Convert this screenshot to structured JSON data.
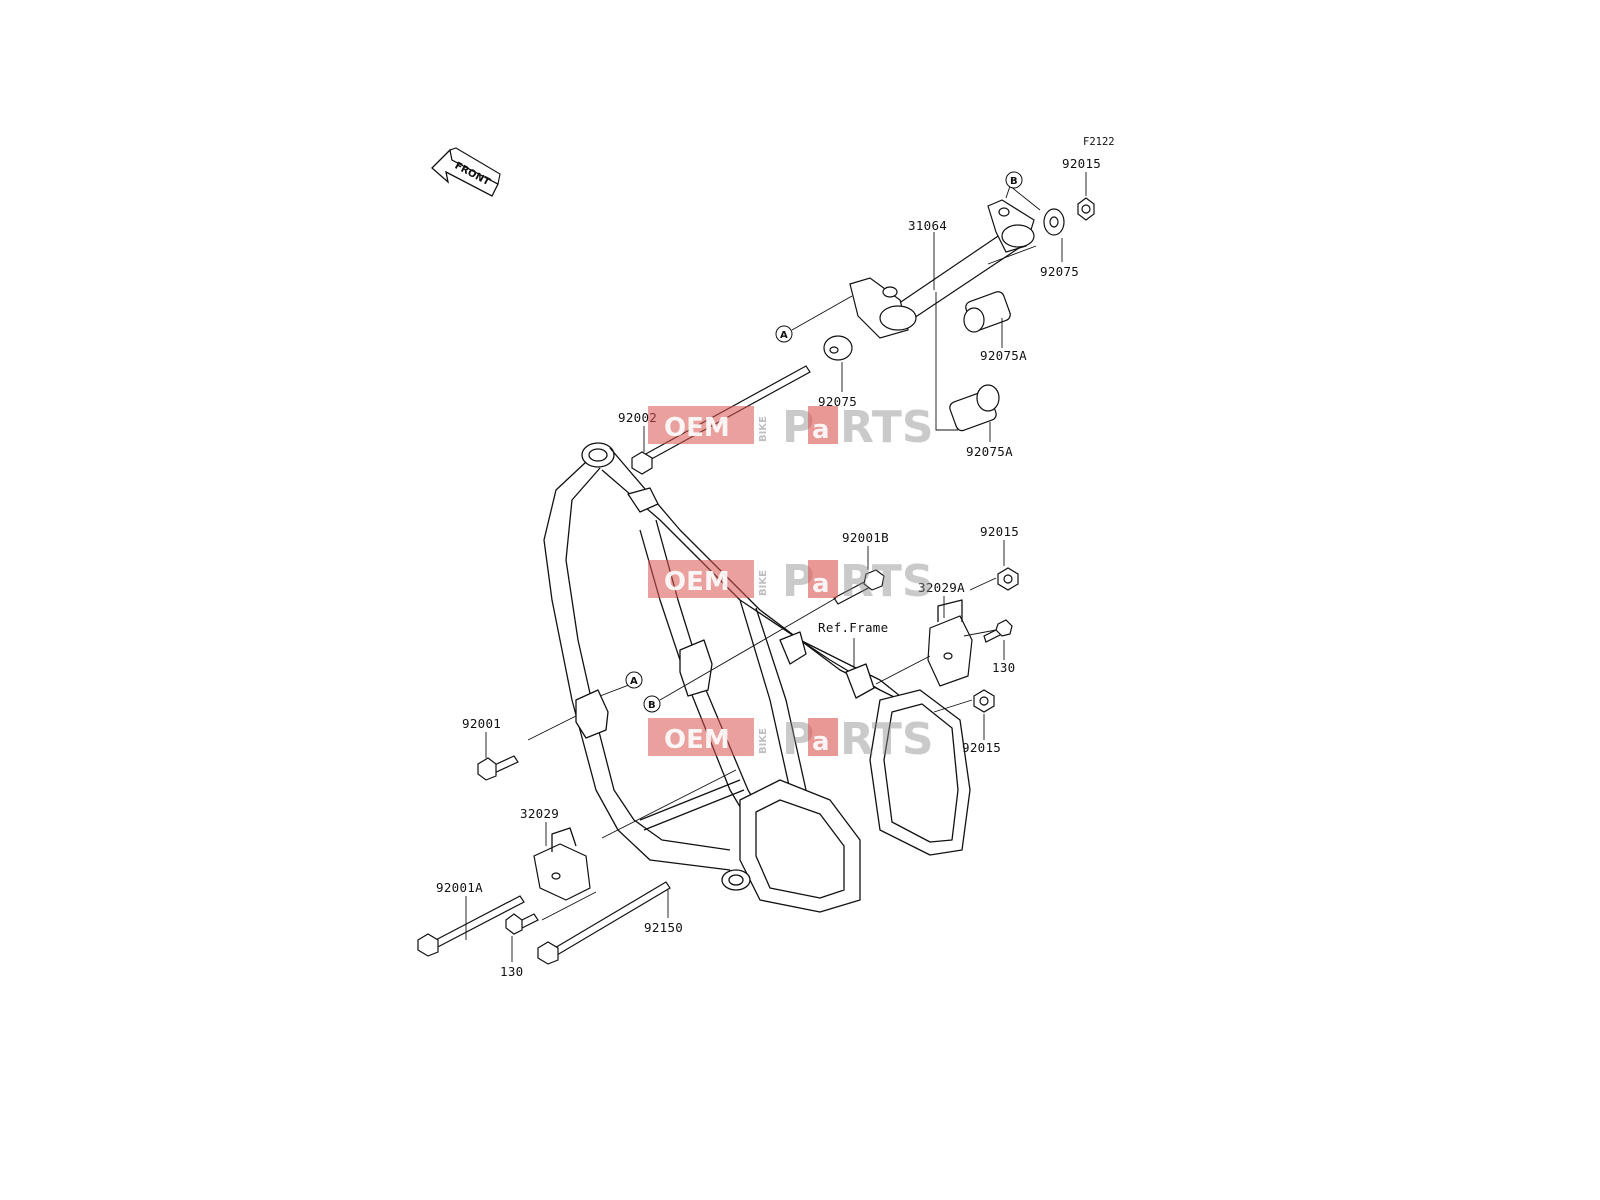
{
  "diagram_code": "F2122",
  "front_arrow_label": "FRONT",
  "ref_label": "Ref.Frame",
  "callouts": {
    "a": "A",
    "b": "B"
  },
  "watermark": {
    "oem": "OEM",
    "bike": "BIKE",
    "p": "P",
    "a": "a",
    "rts": "RTS"
  },
  "parts": {
    "p92015_top": "92015",
    "p31064": "31064",
    "p92075_right": "92075",
    "p92075a_upper": "92075A",
    "p92075_left": "92075",
    "p92002": "92002",
    "p92075a_lower": "92075A",
    "p92001b": "92001B",
    "p92015_mid": "92015",
    "p32029a": "32029A",
    "p130_right": "130",
    "p92015_low": "92015",
    "p92001": "92001",
    "p32029": "32029",
    "p92001a": "92001A",
    "p92150": "92150",
    "p130_left": "130"
  }
}
